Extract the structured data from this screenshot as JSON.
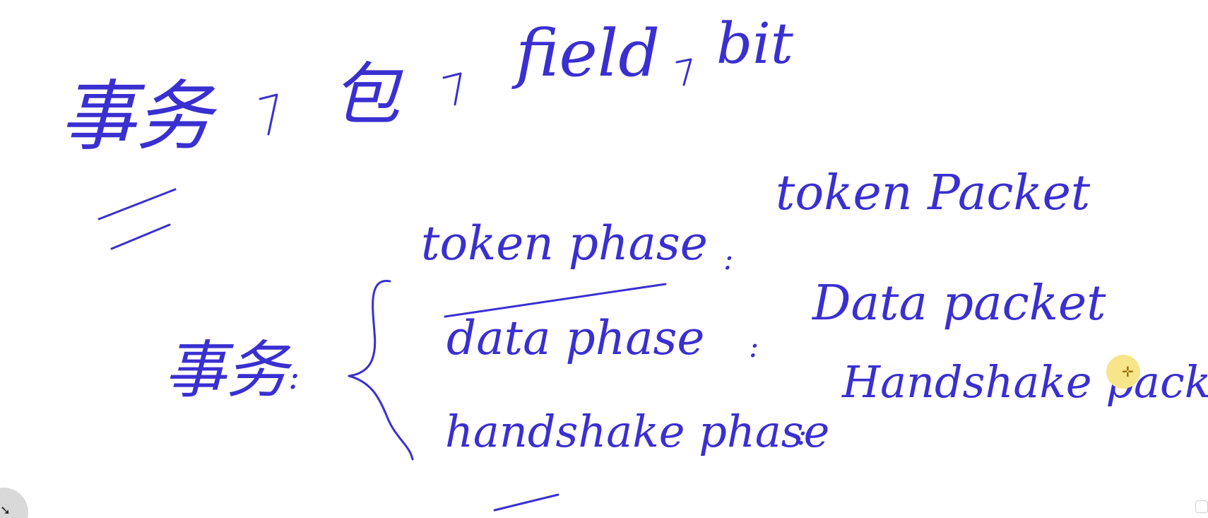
{
  "colors": {
    "ink": "#3a2fd0",
    "highlight": "#f7e58a"
  },
  "top_line": {
    "word1": "事务",
    "word2": "包",
    "word3": "field",
    "word4": "bit",
    "arrows": [
      "7",
      "7",
      "7"
    ]
  },
  "transaction": {
    "label": "事务",
    "colon": ":",
    "phases": [
      {
        "phase": "token phase",
        "sep": ":",
        "packet": "token Packet"
      },
      {
        "phase": "data phase",
        "sep": ":",
        "packet": "Data packet"
      },
      {
        "phase": "handshake phase",
        "sep": ":",
        "packet": "Handshake packet"
      }
    ]
  },
  "icons": {
    "cursor": "pen-cursor-icon",
    "corner_left": "pointer-arrow-icon",
    "corner_right": "corner-handle-icon"
  }
}
